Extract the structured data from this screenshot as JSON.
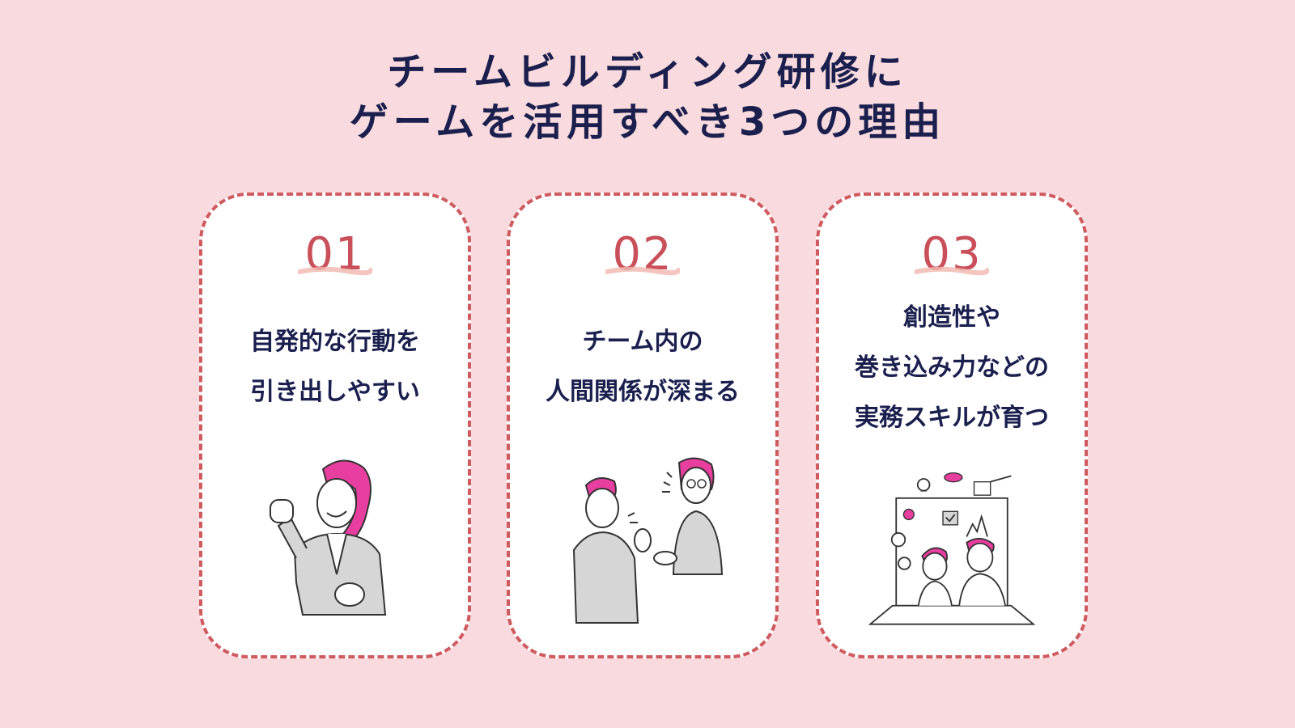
{
  "title": {
    "line1": "チームビルディング研修に",
    "line2": "ゲームを活用すべき3つの理由"
  },
  "cards": [
    {
      "number": "01",
      "lines": [
        "自発的な行動を",
        "引き出しやすい"
      ],
      "illustration": "woman-fist-pump-illustration"
    },
    {
      "number": "02",
      "lines": [
        "チーム内の",
        "人間関係が深まる"
      ],
      "illustration": "two-people-conversation-illustration"
    },
    {
      "number": "03",
      "lines": [
        "創造性や",
        "巻き込み力などの",
        "実務スキルが育つ"
      ],
      "illustration": "laptop-collaboration-illustration"
    }
  ],
  "colors": {
    "background": "#f9dade",
    "title": "#1a1f4e",
    "accent": "#cf5a60",
    "highlight_pink": "#e83e9f"
  }
}
